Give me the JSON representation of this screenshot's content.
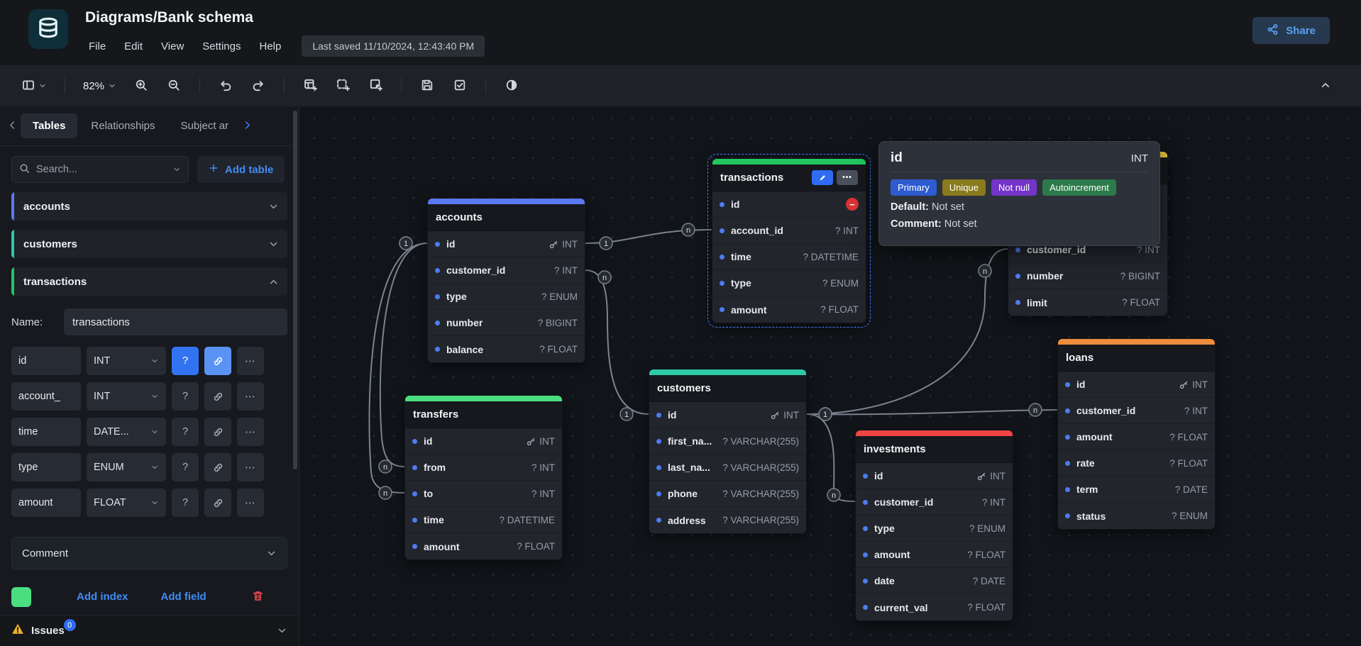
{
  "app": {
    "title": "Diagrams/Bank schema",
    "menu": [
      "File",
      "Edit",
      "View",
      "Settings",
      "Help"
    ],
    "last_saved": "Last saved 11/10/2024, 12:43:40 PM",
    "share_label": "Share"
  },
  "glyphs": {
    "nullable": "?",
    "more": "•••",
    "ellipsis": "⋯",
    "minus": "−"
  },
  "toolbar": {
    "zoom_level": "82%"
  },
  "sidebar": {
    "tabs": [
      {
        "label": "Tables",
        "active": true
      },
      {
        "label": "Relationships",
        "active": false
      },
      {
        "label": "Subject ar",
        "active": false
      }
    ],
    "search_placeholder": "Search...",
    "add_table_label": "Add table",
    "tables": [
      {
        "name": "accounts",
        "color": "#5b79f3",
        "expanded": false
      },
      {
        "name": "customers",
        "color": "#2fc9a7",
        "expanded": false
      },
      {
        "name": "transactions",
        "color": "#22c55e",
        "expanded": true
      }
    ],
    "editor": {
      "name_label": "Name:",
      "name_value": "transactions",
      "fields": [
        {
          "name": "id",
          "type": "INT",
          "nullable_active": true,
          "key_active": true
        },
        {
          "name": "account_",
          "type": "INT",
          "nullable_active": false,
          "key_active": false
        },
        {
          "name": "time",
          "type": "DATE...",
          "nullable_active": false,
          "key_active": false
        },
        {
          "name": "type",
          "type": "ENUM",
          "nullable_active": false,
          "key_active": false
        },
        {
          "name": "amount",
          "type": "FLOAT",
          "nullable_active": false,
          "key_active": false
        }
      ],
      "comment_label": "Comment",
      "color_swatch": "#4ade80",
      "add_index_label": "Add index",
      "add_field_label": "Add field"
    },
    "issues": {
      "label": "Issues",
      "count": "0"
    }
  },
  "canvas": {
    "tables": [
      {
        "name": "accounts",
        "color": "#5b79f3",
        "selected": false,
        "fields": [
          {
            "name": "id",
            "type": "INT",
            "key": true
          },
          {
            "name": "customer_id",
            "type": "INT",
            "nullable": true
          },
          {
            "name": "type",
            "type": "ENUM",
            "nullable": true
          },
          {
            "name": "number",
            "type": "BIGINT",
            "nullable": true
          },
          {
            "name": "balance",
            "type": "FLOAT",
            "nullable": true
          }
        ]
      },
      {
        "name": "transactions",
        "color": "#22c55e",
        "selected": true,
        "fields": [
          {
            "name": "id",
            "delete_button": true
          },
          {
            "name": "account_id",
            "type": "INT",
            "nullable": true
          },
          {
            "name": "time",
            "type": "DATETIME",
            "nullable": true
          },
          {
            "name": "type",
            "type": "ENUM",
            "nullable": true
          },
          {
            "name": "amount",
            "type": "FLOAT",
            "nullable": true
          }
        ]
      },
      {
        "name": "transfers",
        "color": "#4ade80",
        "selected": false,
        "fields": [
          {
            "name": "id",
            "type": "INT",
            "key": true
          },
          {
            "name": "from",
            "type": "INT",
            "nullable": true
          },
          {
            "name": "to",
            "type": "INT",
            "nullable": true
          },
          {
            "name": "time",
            "type": "DATETIME",
            "nullable": true
          },
          {
            "name": "amount",
            "type": "FLOAT",
            "nullable": true
          }
        ]
      },
      {
        "name": "customers",
        "color": "#2fc9a7",
        "selected": false,
        "fields": [
          {
            "name": "id",
            "type": "INT",
            "key": true
          },
          {
            "name": "first_na...",
            "type": "VARCHAR(255)",
            "nullable": true
          },
          {
            "name": "last_na...",
            "type": "VARCHAR(255)",
            "nullable": true
          },
          {
            "name": "phone",
            "type": "VARCHAR(255)",
            "nullable": true
          },
          {
            "name": "address",
            "type": "VARCHAR(255)",
            "nullable": true
          }
        ]
      },
      {
        "name": "investments",
        "color": "#ef4444",
        "selected": false,
        "fields": [
          {
            "name": "id",
            "type": "INT",
            "key": true
          },
          {
            "name": "customer_id",
            "type": "INT",
            "nullable": true
          },
          {
            "name": "type",
            "type": "ENUM",
            "nullable": true
          },
          {
            "name": "amount",
            "type": "FLOAT",
            "nullable": true
          },
          {
            "name": "date",
            "type": "DATE",
            "nullable": true
          },
          {
            "name": "current_val",
            "type": "FLOAT",
            "nullable": true
          }
        ]
      },
      {
        "name": "loans",
        "color": "#f08c3e",
        "selected": false,
        "fields": [
          {
            "name": "id",
            "type": "INT",
            "key": true
          },
          {
            "name": "customer_id",
            "type": "INT",
            "nullable": true
          },
          {
            "name": "amount",
            "type": "FLOAT",
            "nullable": true
          },
          {
            "name": "rate",
            "type": "FLOAT",
            "nullable": true
          },
          {
            "name": "term",
            "type": "DATE",
            "nullable": true
          },
          {
            "name": "status",
            "type": "ENUM",
            "nullable": true
          }
        ]
      },
      {
        "name": "",
        "color": "#e8c33b",
        "selected": false,
        "partially_hidden": true,
        "fields": [
          {
            "name": "",
            "type": ""
          },
          {
            "name": "",
            "type": ""
          },
          {
            "name": "customer_id",
            "type": "INT",
            "nullable": true
          },
          {
            "name": "number",
            "type": "BIGINT",
            "nullable": true
          },
          {
            "name": "limit",
            "type": "FLOAT",
            "nullable": true
          }
        ]
      }
    ],
    "relationships": [
      {
        "from": "accounts.id",
        "to": "transactions.account_id",
        "from_label": "1",
        "to_label": "n"
      },
      {
        "from": "customers.id",
        "to": "accounts.customer_id",
        "from_label": "1",
        "to_label": "n"
      },
      {
        "from": "accounts.id",
        "to": "transfers.from",
        "from_label": "1",
        "to_label": "n"
      },
      {
        "from": "accounts.id",
        "to": "transfers.to",
        "from_label": "1",
        "to_label": "n"
      },
      {
        "from": "customers.id",
        "to": "investments.customer_id",
        "from_label": "1",
        "to_label": "n"
      },
      {
        "from": "customers.id",
        "to": "loans.customer_id",
        "from_label": "1",
        "to_label": "n"
      },
      {
        "from": "customers.id",
        "to": "customer_id",
        "from_label": "1",
        "to_label": "n"
      }
    ],
    "tooltip": {
      "field_name": "id",
      "field_type": "INT",
      "badges": [
        {
          "label": "Primary",
          "color": "#2d5bd0"
        },
        {
          "label": "Unique",
          "color": "#8a7a1e"
        },
        {
          "label": "Not null",
          "color": "#7434c9"
        },
        {
          "label": "Autoincrement",
          "color": "#2c7a4b"
        }
      ],
      "default_label": "Default:",
      "default_value": "Not set",
      "comment_label": "Comment:",
      "comment_value": "Not set"
    }
  }
}
